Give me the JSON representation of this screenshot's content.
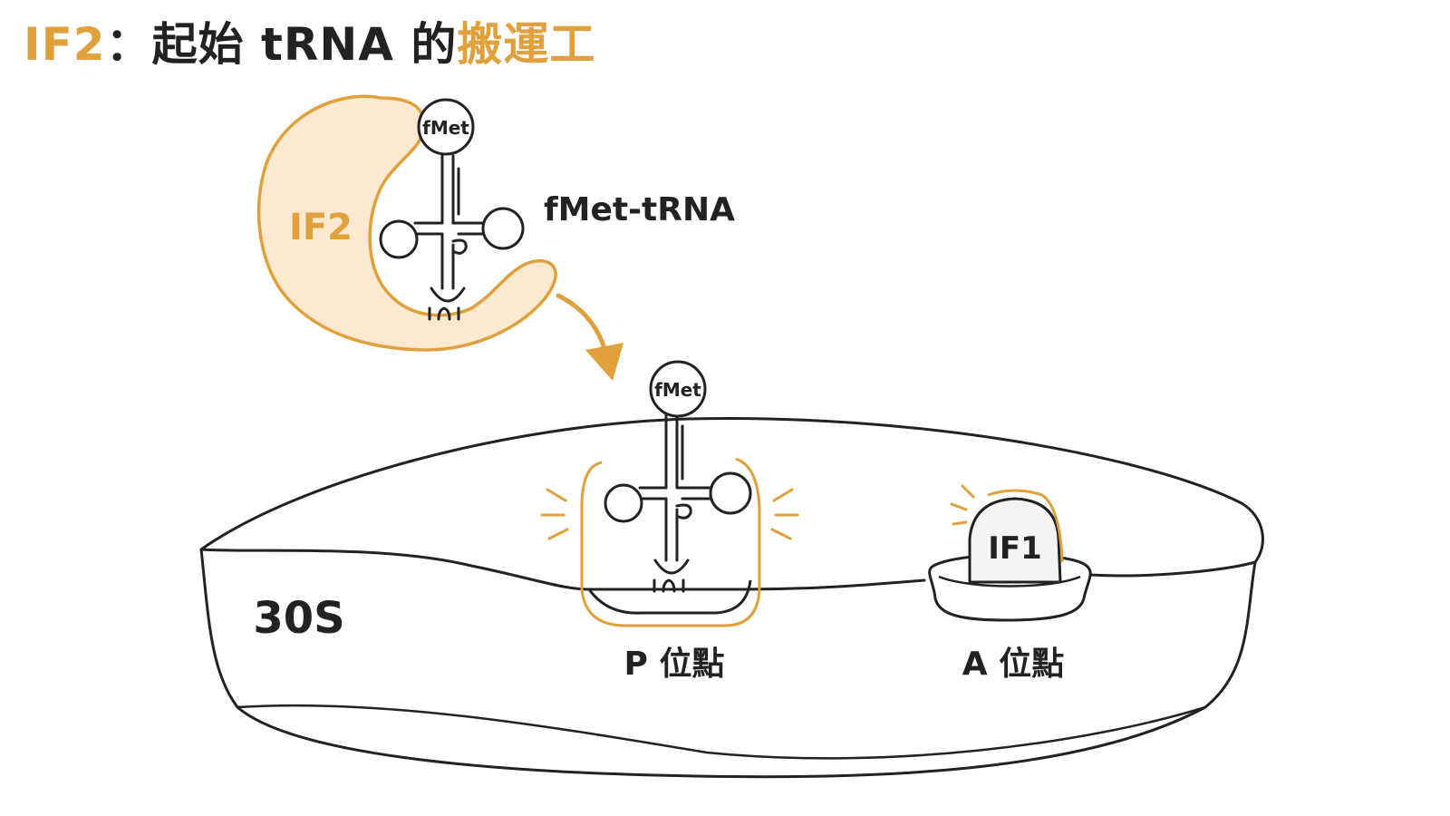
{
  "title": {
    "prefix": "IF2",
    "separator": "：",
    "middle": "起始 tRNA 的",
    "highlight": "搬運工"
  },
  "labels": {
    "if2_protein": "IF2",
    "fmet_top": "fMet",
    "fmet_trna": "fMet-tRNA",
    "fmet_bound": "fMet",
    "subunit": "30S",
    "if1": "IF1",
    "p_site": "P 位點",
    "a_site": "A 位點"
  },
  "colors": {
    "accent": "#E0A03C",
    "accent_fill": "#FCE9CF",
    "ink": "#222222",
    "background": "#FFFFFF"
  }
}
